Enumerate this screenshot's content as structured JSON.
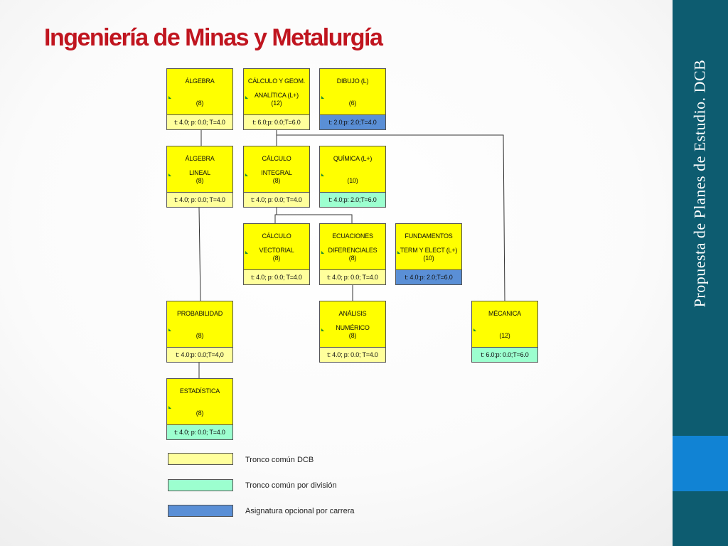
{
  "slide": {
    "title": "Ingeniería de Minas y Metalurgía",
    "sidebar_text": "Propuesta de Planes de Estudio. DCB"
  },
  "colors": {
    "title": "#c0151f",
    "sidebar": "#0d5c70",
    "sidebar_accent": "#1183d4",
    "course_header": "#ffff00",
    "tronco_comun_dcb": "#ffff9c",
    "tronco_comun_division": "#9cffcf",
    "opcional_carrera": "#5a8fd6"
  },
  "courses": [
    {
      "id": "algebra",
      "name": "ÁLGEBRA",
      "credits": "(8)",
      "hours": "t: 4.0; p: 0.0; T=4.0",
      "category": "dcb"
    },
    {
      "id": "calculo-geom",
      "name": "CÁLCULO Y GEOM.\nANALÍTICA (L+)",
      "credits": "(12)",
      "hours": "t: 6.0;p: 0.0;T=6.0",
      "category": "dcb"
    },
    {
      "id": "dibujo",
      "name": "DIBUJO (L)",
      "credits": "(6)",
      "hours": "t: 2.0;p: 2.0;T=4.0",
      "category": "opt"
    },
    {
      "id": "algebra-lineal",
      "name": "ÁLGEBRA\nLINEAL",
      "credits": "(8)",
      "hours": "t: 4.0; p: 0.0; T=4.0",
      "category": "dcb"
    },
    {
      "id": "calculo-integral",
      "name": "CÁLCULO\nINTEGRAL",
      "credits": "(8)",
      "hours": "t: 4.0; p: 0.0; T=4.0",
      "category": "dcb"
    },
    {
      "id": "quimica",
      "name": "QUÍMICA (L+)",
      "credits": "(10)",
      "hours": "t: 4.0;p: 2.0;T=6.0",
      "category": "div"
    },
    {
      "id": "calculo-vectorial",
      "name": "CÁLCULO\nVECTORIAL",
      "credits": "(8)",
      "hours": "t: 4.0; p: 0.0; T=4.0",
      "category": "dcb"
    },
    {
      "id": "ecuaciones",
      "name": "ECUACIONES\nDIFERENCIALES",
      "credits": "(8)",
      "hours": "t: 4.0; p: 0.0; T=4.0",
      "category": "dcb"
    },
    {
      "id": "fundamentos",
      "name": "FUNDAMENTOS\nTERM Y ELECT (L+)",
      "credits": "(10)",
      "hours": "t: 4.0;p: 2.0;T=6.0",
      "category": "opt"
    },
    {
      "id": "probabilidad",
      "name": "PROBABILIDAD",
      "credits": "(8)",
      "hours": "t: 4.0;p: 0.0;T=4,0",
      "category": "dcb"
    },
    {
      "id": "analisis",
      "name": "ANÁLISIS\nNUMÉRICO",
      "credits": "(8)",
      "hours": "t: 4.0; p: 0.0; T=4.0",
      "category": "dcb"
    },
    {
      "id": "mecanica",
      "name": "MÉCANICA",
      "credits": "(12)",
      "hours": "t: 6.0;p: 0.0;T=6.0",
      "category": "div"
    },
    {
      "id": "estadistica",
      "name": "ESTADÍSTICA",
      "credits": "(8)",
      "hours": "t: 4.0; p: 0.0; T=4.0",
      "category": "div"
    }
  ],
  "legend": [
    {
      "label": "Tronco común DCB",
      "category": "dcb"
    },
    {
      "label": "Tronco común por división",
      "category": "div"
    },
    {
      "label": "Asignatura opcional por carrera",
      "category": "opt"
    }
  ]
}
